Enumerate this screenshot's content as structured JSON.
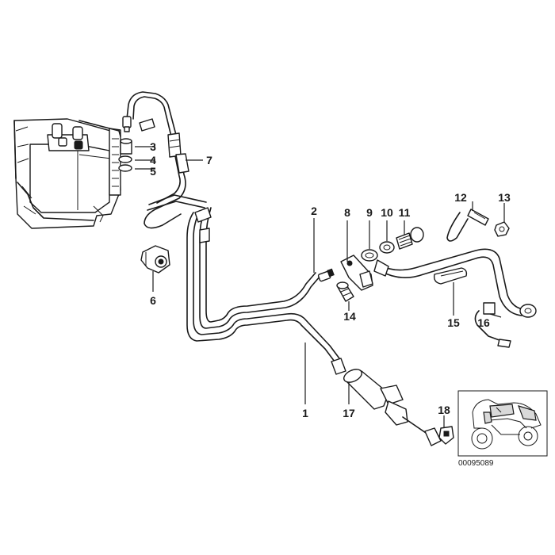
{
  "diagram": {
    "callouts": {
      "c1": "1",
      "c2": "2",
      "c3": "3",
      "c4": "4",
      "c5": "5",
      "c6": "6",
      "c7": "7",
      "c8": "8",
      "c9": "9",
      "c10": "10",
      "c11": "11",
      "c12": "12",
      "c13": "13",
      "c14": "14",
      "c15": "15",
      "c16": "16",
      "c17": "17",
      "c18": "18"
    },
    "reference_number": "00095089"
  }
}
